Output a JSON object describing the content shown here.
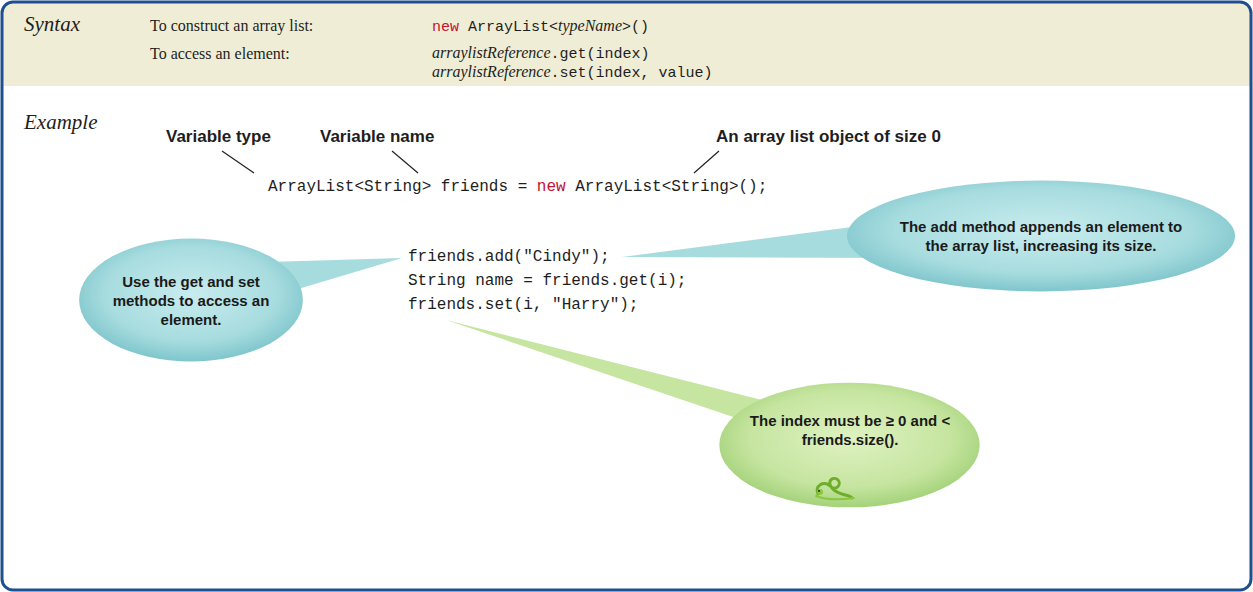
{
  "diagram": {
    "nodes": [
      {
        "text": [
          "The add method appends an element to the array list, increasing its size."
        ]
      },
      {
        "text": [
          "Use the get and set methods to access an element."
        ]
      },
      {
        "text": [
          "The index must be ≥ 0 and < friends.size()."
        ]
      }
    ],
    "labels": [
      "Syntax",
      "To construct an array list:",
      "new",
      "ArrayList<",
      "typeName",
      ">()",
      "To access an element:",
      "arraylistReference",
      ".get(index)",
      "arraylistReference",
      ".set(index, value)",
      "Example",
      "Variable type",
      "Variable name",
      "An array list object of size 0",
      "ArrayList<String> friends =",
      "new",
      "ArrayList<String>();",
      "friends.add(\"Cindy\");",
      "String name = friends.get(i);",
      "friends.set(i, \"Harry\");"
    ]
  }
}
